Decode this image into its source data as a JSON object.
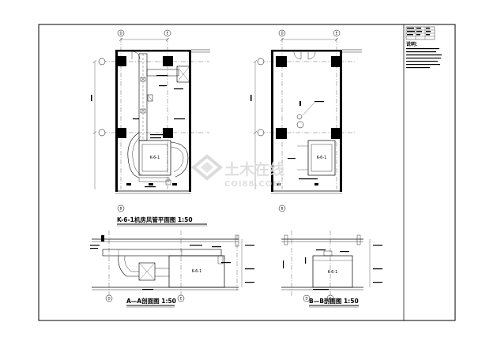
{
  "drawing": {
    "plan_left_title": "K-6-1机房风管平面图 1:50",
    "section_a_title": "A—A剖面图 1:50",
    "section_b_title": "B—B剖面图 1:50",
    "equipment_label": "K-6-1",
    "grid_labels": {
      "left_plan_top_left": "D",
      "left_plan_top_right": "E",
      "right_plan_top_left": "D",
      "right_plan_top_right": "E",
      "section_a_bottom_left": "D",
      "section_a_bottom_right": "E",
      "section_b_bottom_left": "D",
      "section_b_bottom_right": "E",
      "left_plan_bottom": "B",
      "right_plan_bottom": "B"
    },
    "notes_heading": "说明："
  },
  "watermark": {
    "text": "土木在线",
    "sub": "COI88.COM"
  }
}
